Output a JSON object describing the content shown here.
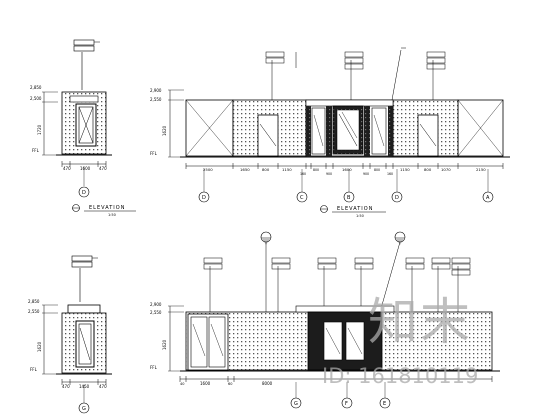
{
  "titles": {
    "elevation_left": "ELEVATION",
    "elevation_right": "ELEVATION",
    "scale_left": "1:50",
    "scale_right": "1:50"
  },
  "grid": {
    "g1": "G",
    "g2": "F",
    "g3": "E",
    "g4": "D",
    "g5": "C",
    "g6": "B",
    "g7": "A"
  },
  "dims": {
    "small_top_h": [
      "2,850",
      "2,500",
      "1720",
      "FFL"
    ],
    "small_top_w": [
      "470",
      "1600",
      "470"
    ],
    "large_top_h": [
      "2,900",
      "2,550",
      "1620",
      "FFL"
    ],
    "large_top_w": [
      "2500",
      "1650",
      "800",
      "1150",
      "160",
      "800",
      "900",
      "1600",
      "900",
      "800",
      "160",
      "1150",
      "800",
      "1070",
      "2150"
    ],
    "small_bot_h": [
      "2,850",
      "2,550",
      "1620",
      "FFL"
    ],
    "small_bot_w": [
      "470",
      "1450",
      "470"
    ],
    "large_bot_h": [
      "2,900",
      "2,550",
      "1620",
      "FFL"
    ],
    "large_bot_w": [
      "40",
      "1600",
      "60",
      "8000"
    ]
  },
  "watermark": {
    "logo": "知末",
    "id": "ID: 161810119"
  }
}
